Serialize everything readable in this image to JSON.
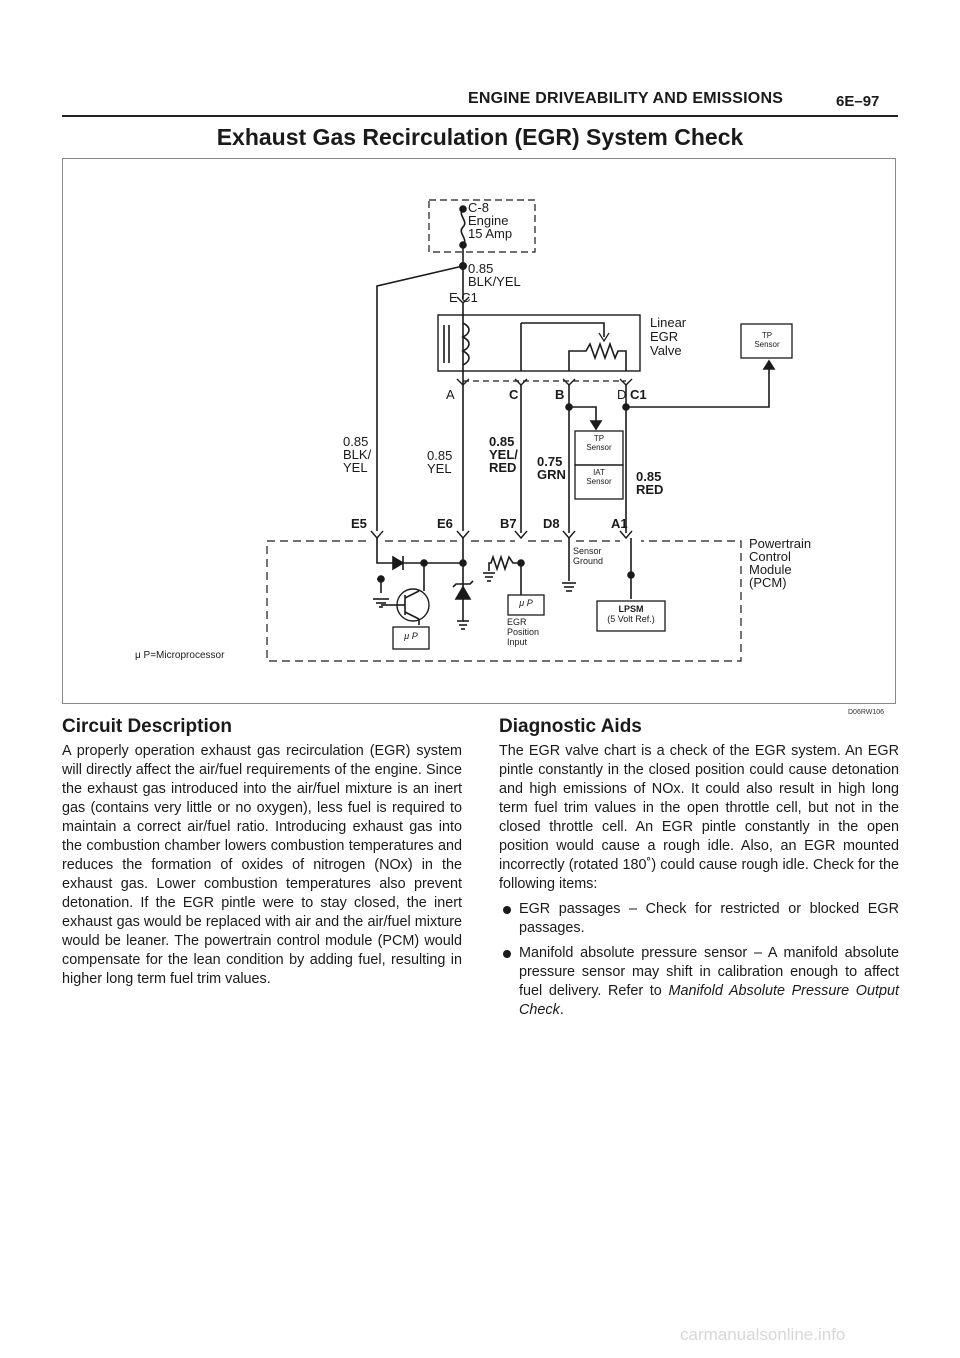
{
  "header": {
    "section": "ENGINE DRIVEABILITY AND EMISSIONS",
    "page": "6E–97"
  },
  "title": "Exhaust Gas Recirculation (EGR) System Check",
  "figure": {
    "id": "D06RW106",
    "fuse": {
      "line1": "C-8",
      "line2": "Engine",
      "line3": "15 Amp"
    },
    "valve": {
      "line1": "Linear",
      "line2": "EGR",
      "line3": "Valve"
    },
    "tp_sensor_top": {
      "line1": "TP",
      "line2": "Sensor"
    },
    "tp_sensor_mid": {
      "line1": "TP",
      "line2": "Sensor"
    },
    "iat_sensor": {
      "line1": "IAT",
      "line2": "Sensor"
    },
    "wire_top": {
      "gauge": "0.85",
      "color": "BLK/YEL"
    },
    "connector_top": {
      "pin": "E",
      "conn": "C1"
    },
    "valve_pins": {
      "a": "A",
      "c": "C",
      "b": "B",
      "d": "D",
      "conn": "C1"
    },
    "wire_e5": {
      "l1": "0.85",
      "l2": "BLK/",
      "l3": "YEL"
    },
    "wire_e6": {
      "l1": "0.85",
      "l2": "YEL"
    },
    "wire_b7": {
      "l1": "0.85",
      "l2": "YEL/",
      "l3": "RED"
    },
    "wire_d8": {
      "l1": "0.75",
      "l2": "GRN"
    },
    "wire_a1": {
      "l1": "0.85",
      "l2": "RED"
    },
    "pcm_pins": {
      "e5": "E5",
      "e6": "E6",
      "b7": "B7",
      "d8": "D8",
      "a1": "A1"
    },
    "pcm": {
      "l1": "Powertrain",
      "l2": "Control",
      "l3": "Module",
      "l4": "(PCM)"
    },
    "sensor_ground": {
      "l1": "Sensor",
      "l2": "Ground"
    },
    "micro_label": "μ P",
    "egr_pos": {
      "l1": "EGR",
      "l2": "Position",
      "l3": "Input"
    },
    "lpsm": {
      "l1": "LPSM",
      "l2": "(5 Volt Ref.)"
    },
    "legend": "μ P=Microprocessor"
  },
  "circuit": {
    "heading": "Circuit Description",
    "text": "A properly operation exhaust gas recirculation (EGR) system will directly affect the air/fuel requirements of the engine. Since the exhaust gas introduced into the air/fuel mixture is an inert gas (contains very little or no oxygen), less fuel is required to maintain a correct air/fuel ratio. Introducing exhaust gas into the combustion chamber lowers combustion temperatures and reduces the formation of oxides of nitrogen (NOx) in the exhaust gas. Lower combustion temperatures also prevent detonation. If the EGR pintle were to stay closed, the inert exhaust gas would be replaced with air and the air/fuel mixture would be leaner. The powertrain control module (PCM) would compensate for the lean condition by adding fuel, resulting in higher long term fuel trim values."
  },
  "diag": {
    "heading": "Diagnostic Aids",
    "text": "The EGR valve chart is a check of the EGR system. An EGR pintle constantly in the closed position could cause detonation and high emissions of NOx. It could also result in high long term fuel trim values in the open throttle cell, but not in the closed throttle cell. An EGR pintle constantly in the open position would cause a rough idle. Also, an EGR mounted incorrectly (rotated 180˚) could cause rough idle. Check for the following items:",
    "item1": "EGR passages – Check for restricted or blocked EGR passages.",
    "item2_text": "Manifold absolute pressure sensor – A manifold absolute pressure sensor may shift in calibration enough to affect fuel delivery. Refer to ",
    "item2_ref": "Manifold Absolute Pressure Output Check",
    "item2_end": "."
  },
  "watermark": "carmanualsonline.info"
}
